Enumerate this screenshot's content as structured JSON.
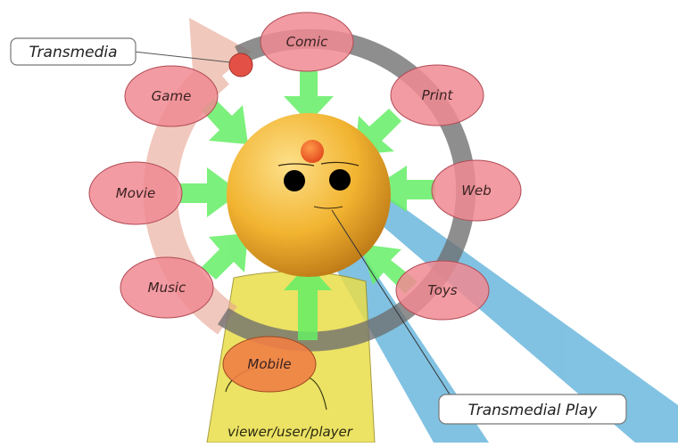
{
  "labels": {
    "transmedia": "Transmedia",
    "transmedial_play": "Transmedial Play",
    "viewer": "viewer/user/player"
  },
  "media_nodes": {
    "comic": "Comic",
    "game": "Game",
    "print": "Print",
    "movie": "Movie",
    "web": "Web",
    "music": "Music",
    "toys": "Toys",
    "mobile": "Mobile"
  },
  "colors": {
    "node_fill": "#f08a92",
    "node_stroke": "#b04a55",
    "arrow_fill": "#66ee66",
    "head_fill": "#f2b431",
    "body_fill": "#e9dd4a",
    "ring_gray": "#6e6e6e",
    "ring_salmon": "#e7a491",
    "beam_blue": "#6cb8de",
    "mobile_fill": "#f07f45"
  },
  "icons": {
    "transmedia_marker": "red-dot-icon",
    "head": "smiley-head-icon"
  }
}
